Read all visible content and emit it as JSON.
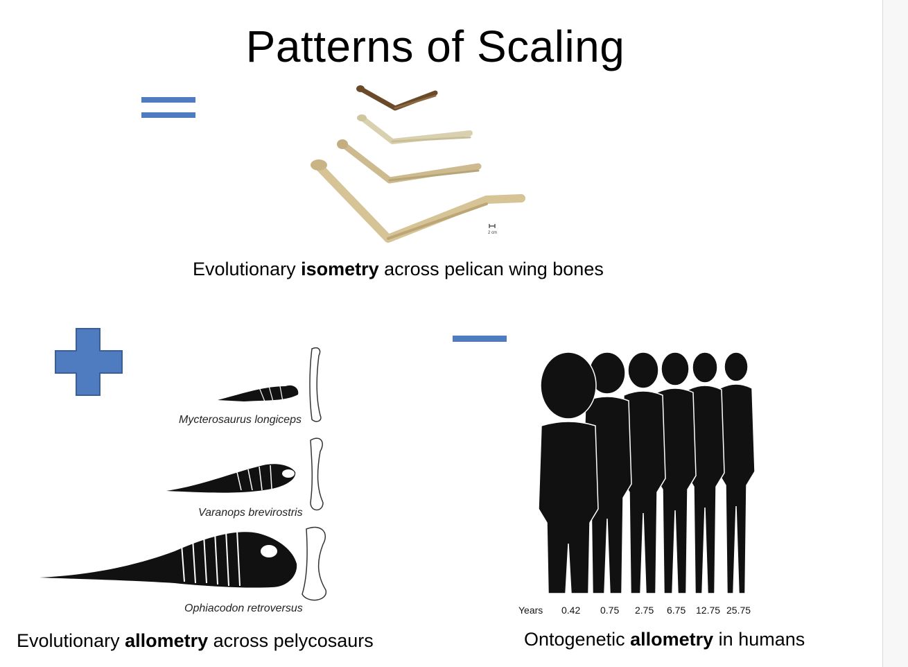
{
  "title": "Patterns of Scaling",
  "captions": {
    "isometry": {
      "prefix": "Evolutionary ",
      "bold": "isometry",
      "suffix": " across pelican wing bones"
    },
    "pelycosaurs": {
      "prefix": "Evolutionary ",
      "bold": "allometry",
      "suffix": " across pelycosaurs"
    },
    "humans": {
      "prefix": "Ontogenetic ",
      "bold": "allometry",
      "suffix": " in humans"
    }
  },
  "symbols": {
    "isometry": "equals-icon",
    "positive": "plus-icon",
    "negative": "minus-icon",
    "color": "#4f7cc0"
  },
  "pelican": {
    "scale_label": "2 cm"
  },
  "pelycosaurs": [
    "Mycterosaurus longiceps",
    "Varanops brevirostris",
    "Ophiacodon retroversus"
  ],
  "humans": {
    "axis_label": "Years",
    "ages": [
      "0.42",
      "0.75",
      "2.75",
      "6.75",
      "12.75",
      "25.75"
    ]
  }
}
